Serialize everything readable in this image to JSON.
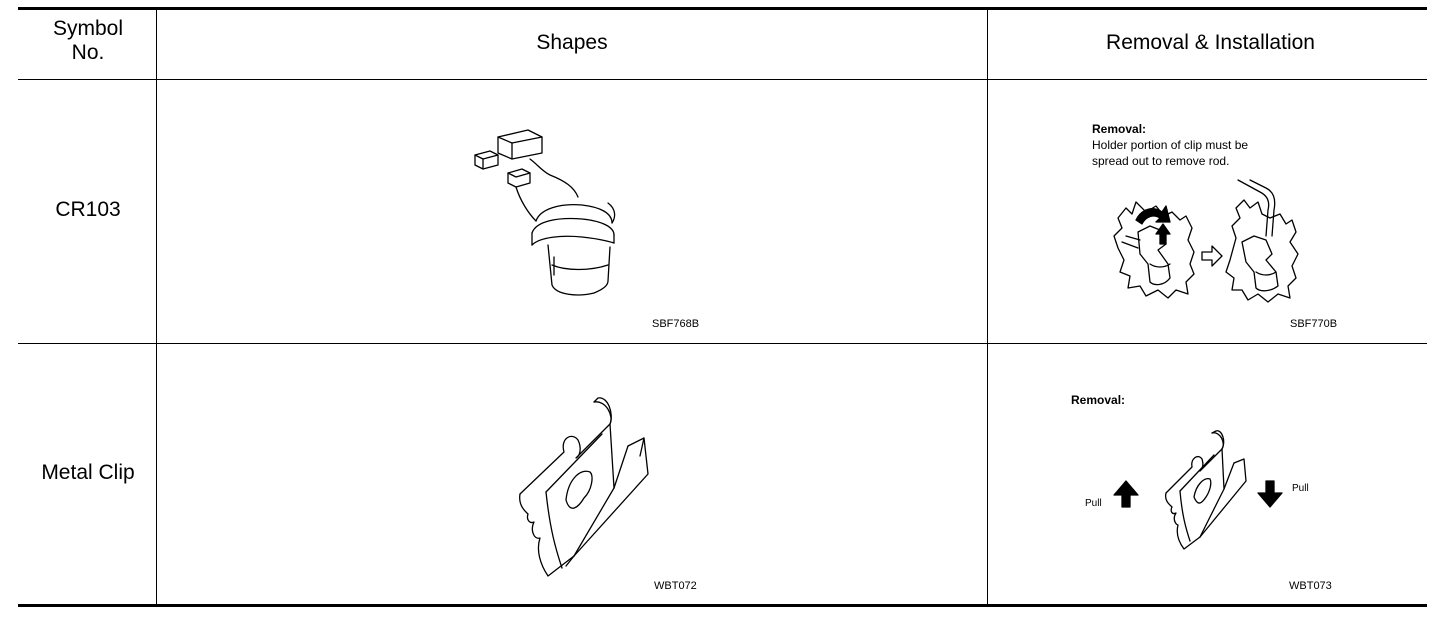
{
  "header": {
    "symbol_no": "Symbol\nNo.",
    "shapes": "Shapes",
    "removal_installation": "Removal & Installation"
  },
  "rows": [
    {
      "symbol": "CR103",
      "shape_caption": "SBF768B",
      "removal_title": "Removal:",
      "removal_text_1": "Holder portion of clip must be",
      "removal_text_2": "spread out to remove rod.",
      "removal_caption": "SBF770B"
    },
    {
      "symbol": "Metal Clip",
      "shape_caption": "WBT072",
      "removal_title": "Removal:",
      "pull_left": "Pull",
      "pull_right": "Pull",
      "removal_caption": "WBT073"
    }
  ]
}
